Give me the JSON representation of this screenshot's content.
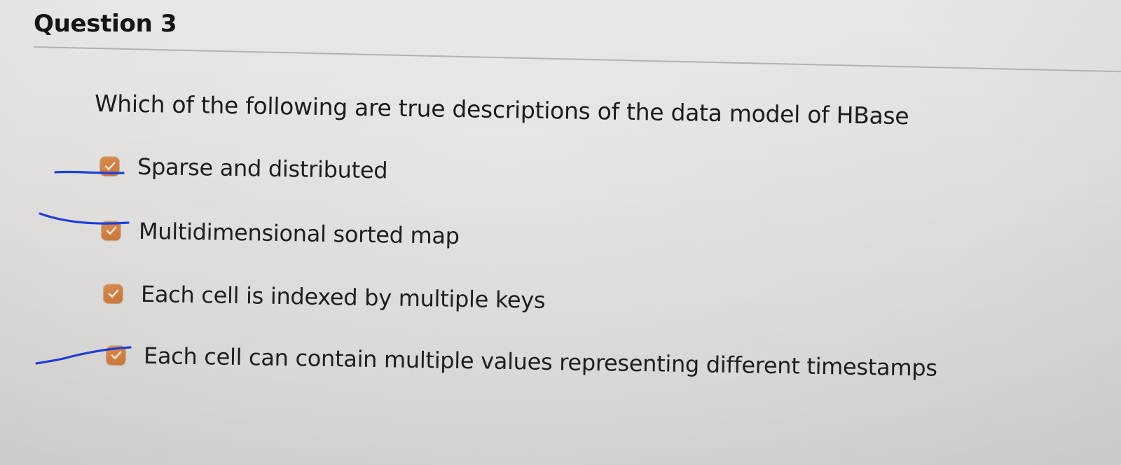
{
  "question": {
    "header": "Question 3",
    "prompt": "Which of the following are true descriptions of the data model of HBase"
  },
  "options": [
    {
      "label": "Sparse and distributed",
      "checked": true,
      "pen_marked": true
    },
    {
      "label": "Multidimensional sorted map",
      "checked": true,
      "pen_marked": true
    },
    {
      "label": "Each cell is indexed by multiple keys",
      "checked": true,
      "pen_marked": false
    },
    {
      "label": "Each cell can contain multiple values representing different timestamps",
      "checked": true,
      "pen_marked": true
    }
  ],
  "colors": {
    "checkbox": "#cf7f42",
    "ink": "#1f3fd8"
  },
  "icons": {
    "checkbox": "checkmark-icon"
  }
}
